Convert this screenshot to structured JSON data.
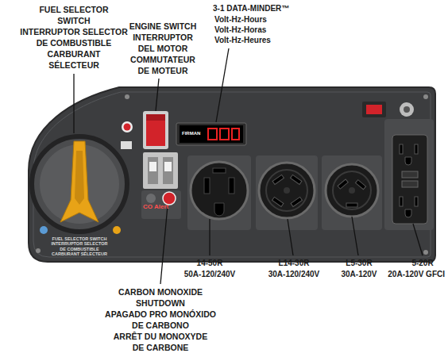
{
  "diagram": {
    "nodes": [
      {
        "text": [
          "FUEL SELECTOR SWITCH INTERRUPTOR SELECTOR DE COMBUSTIBLE CARBURANT SÉLECTEUR"
        ]
      },
      {
        "text": [
          "FIRMAN"
        ],
        "in": 0
      },
      {
        "text": [
          "CO Alert"
        ],
        "in": 0
      }
    ],
    "labels": [
      "FUEL SELECTOR",
      "SWITCH",
      "INTERRUPTOR SELECTOR",
      "DE COMBUSTIBLE",
      "CARBURANT",
      "SÉLECTEUR",
      "ENGINE SWITCH",
      "INTERRUPTOR",
      "DEL MOTOR",
      "COMMUTATEUR",
      "DE MOTEUR",
      "3-1 DATA-MINDER™",
      "Volt-Hz-Hours",
      "Volt-Hz-Horas",
      "Volt-Hz-Heures",
      "14-50R",
      "50A-120/240V",
      "L14-30R",
      "30A-120/240V",
      "L5-30R",
      "30A-120V",
      "5-20R",
      "20A-120V GFCI",
      "CARBON MONOXIDE",
      "SHUTDOWN",
      "APAGADO PRO MONÓXIDO",
      "DE CARBONO",
      "ARRÊT DU MONOXYDE",
      "DE CARBONE"
    ]
  }
}
